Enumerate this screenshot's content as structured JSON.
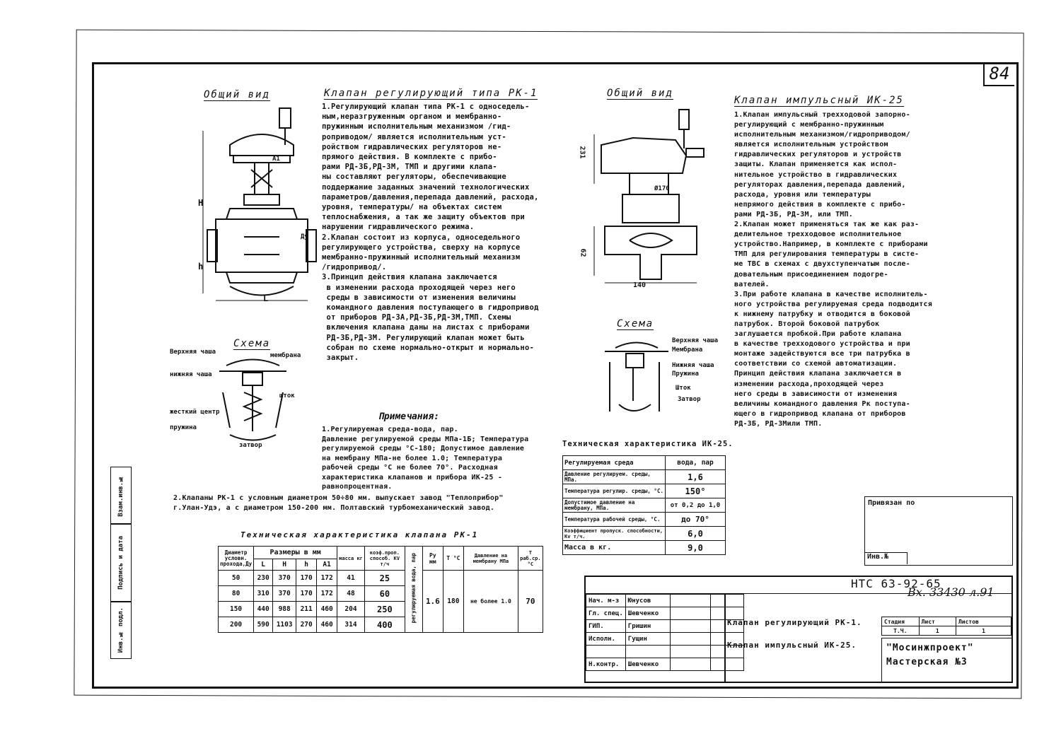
{
  "sheet_number": "84",
  "left_section": {
    "view_title": "Общий вид",
    "scheme_title": "Схема",
    "dim_labels": [
      "H",
      "h",
      "L",
      "A1",
      "Ду"
    ],
    "scheme_labels": [
      "Верхняя чаша",
      "нижняя чаша",
      "мембрана",
      "шток",
      "жесткий центр",
      "пружина",
      "затвор"
    ]
  },
  "rk1": {
    "title": "Клапан регулирующий типа РК-1",
    "text": "1.Регулирующий клапан типа РК-1 с односедель-\nным,неразгруженным органом и мембранно-\nпружинным исполнительным механизмом /гид-\nроприводом/ является исполнительным уст-\nройством гидравлических регуляторов не-\nпрямого действия. В комплекте с прибо-\nрами РД-3Б,РД-3М, ТМП и другими клапа-\nны составляют регуляторы, обеспечивающие\nподдержание заданных значений технологических\nпараметров/давления,перепада давлений, расхода,\nуровня, температуры/ на объектах систем\nтеплоснабжения, а так же защиту объектов при\nнарушении гидравлического режима.\n2.Клапан состоит из корпуса, односедельного\nрегулирующего устройства, сверху на корпусе\nмембранно-пружинный исполнительный механизм\n/гидропривод/.\n3.Принцип действия клапана заключается\n в изменении расхода проходящей через него\n среды в зависимости от изменения величины\n командного давления поступающего в гидропривод\n от приборов РД-3А,РД-3Б,РД-3М,ТМП. Схемы\n включения клапана даны на листах с приборами\n РД-3Б,РД-3М. Регулирующий клапан может быть\n собран по схеме нормально-открыт и нормально-\n закрыт.",
    "notes_title": "Примечания:",
    "notes_text": "1.Регулируемая среда-вода, пар.\nДавление регулируемой среды МПа-1Б; Температура\nрегулируемой среды °С-180; Допустимое давление\nна мембрану МПа-не более 1.0; Температура\nрабочей среды °С не более 70°. Расходная\nхарактеристика клапанов и прибора ИК-25 -\nравнопроцентная.",
    "note2_text": "2.Клапаны РК-1 с условным диаметром 50÷80 мм. выпускает завод \"Теплоприбор\"\nг.Улан-Удэ, а с диаметром 150-200 мм. Полтавский турбомеханический завод."
  },
  "rk1_table": {
    "title": "Техническая характеристика клапана РК-1",
    "headers": {
      "dn": "Диаметр условн. прохода,Ду",
      "sizes": "Размеры в мм",
      "L": "L",
      "H": "H",
      "h": "h",
      "A1": "A1",
      "mass": "масса кг",
      "kv": "коэф.проп. способ. KV т/ч",
      "medium": "регулируемая вода, пар",
      "pu": "Ру мм",
      "t": "Т °С",
      "pmem": "Давление на мембрану МПа",
      "tw": "Т раб.ср. °С"
    },
    "rows": [
      [
        "50",
        "230",
        "370",
        "170",
        "172",
        "41",
        "25"
      ],
      [
        "80",
        "310",
        "370",
        "170",
        "172",
        "48",
        "60"
      ],
      [
        "150",
        "440",
        "988",
        "211",
        "460",
        "204",
        "250"
      ],
      [
        "200",
        "590",
        "1103",
        "270",
        "460",
        "314",
        "400"
      ]
    ],
    "shared": {
      "pu": "1.6",
      "t": "180",
      "pmem": "не более 1.0",
      "tw": "70"
    }
  },
  "ik25": {
    "view_title": "Общий вид",
    "scheme_title": "Схема",
    "dim_labels": [
      "231",
      "Ø170",
      "62",
      "140"
    ],
    "scheme_labels": [
      "Верхняя чаша",
      "Мембрана",
      "Нижняя чаша",
      "Пружина",
      "Шток",
      "Затвор"
    ],
    "title": "Клапан импульсный ИК-25",
    "text": "1.Клапан импульсный трехходовой запорно-\nрегулирующий с мембранно-пружинным\nисполнительным механизмом/гидроприводом/\nявляется исполнительным устройством\nгидравлических регуляторов и устройств\nзащиты. Клапан применяется как испол-\nнительное устройство в гидравлических\nрегуляторах давления,перепада давлений,\nрасхода, уровня или температуры\nнепрямого действия в комплекте с прибо-\nрами РД-3Б, РД-3М, или ТМП.\n2.Клапан может применяться так же как раз-\nделительное трехходовое исполнительное\nустройство.Например, в комплекте с приборами\nТМП для регулирования температуры в систе-\nме ТВС в схемах с двухступенчатым после-\nдовательным присоединением подогре-\nвателей.\n3.При работе клапана в качестве исполнитель-\nного устройства регулируемая среда подводится\nк нижнему патрубку и отводится в боковой\nпатрубок. Второй боковой патрубок\nзаглушается пробкой.При работе клапана\nв качестве трехходового устройства и при\nмонтаже задействуются все три патрубка в\nсоответствии со схемой автоматизации.\nПринцип действия клапана заключается в\nизменении расхода,проходящей через\nнего среды в зависимости от изменения\nвеличины командного давления Рк поступа-\nющего в гидропривод клапана от приборов\nРД-3Б, РД-3Мили ТМП."
  },
  "ik25_table": {
    "title": "Техническая характеристика ИК-25.",
    "rows": [
      [
        "Регулируемая среда",
        "вода, пар"
      ],
      [
        "Давление регулируем. среды, МПа.",
        "1,6"
      ],
      [
        "Температура регулир. среды, °С.",
        "150°"
      ],
      [
        "Допустимое давление на мембрану, МПа.",
        "от 0,2 до 1,0"
      ],
      [
        "Температура рабочей среды, °С.",
        "до 70°"
      ],
      [
        "Коэффициент пропуск. способности, Kv т/ч.",
        "6,0"
      ],
      [
        "Масса в кг.",
        "9,0"
      ]
    ]
  },
  "stamp": {
    "privyazan": "Привязан по",
    "inv_no": "Инв.№",
    "doc_code": "НТС 63-92-65",
    "handwritten": "Вх. 33430 л.91",
    "sig_rows": [
      [
        "Нач. м-з",
        "Юнусов"
      ],
      [
        "Гл. спец.",
        "Шевченко"
      ],
      [
        "ГИП.",
        "Гришин"
      ],
      [
        "Исполн.",
        "Гущин"
      ],
      [
        "",
        ""
      ],
      [
        "Н.контр.",
        "Шевченко"
      ]
    ],
    "doc_title_1": "Клапан регулирующий РК-1.",
    "doc_title_2": "Клапан импульсный ИК-25.",
    "stage_headers": [
      "Стадия",
      "Лист",
      "Листов"
    ],
    "stage_values": [
      "Т.Ч.",
      "1",
      "1"
    ],
    "org_1": "\"Мосинжпроект\"",
    "org_2": "Мастерская №3"
  },
  "side_stamp": [
    "Инв.№ подл.",
    "Подпись и дата",
    "Взам.инв.№"
  ]
}
